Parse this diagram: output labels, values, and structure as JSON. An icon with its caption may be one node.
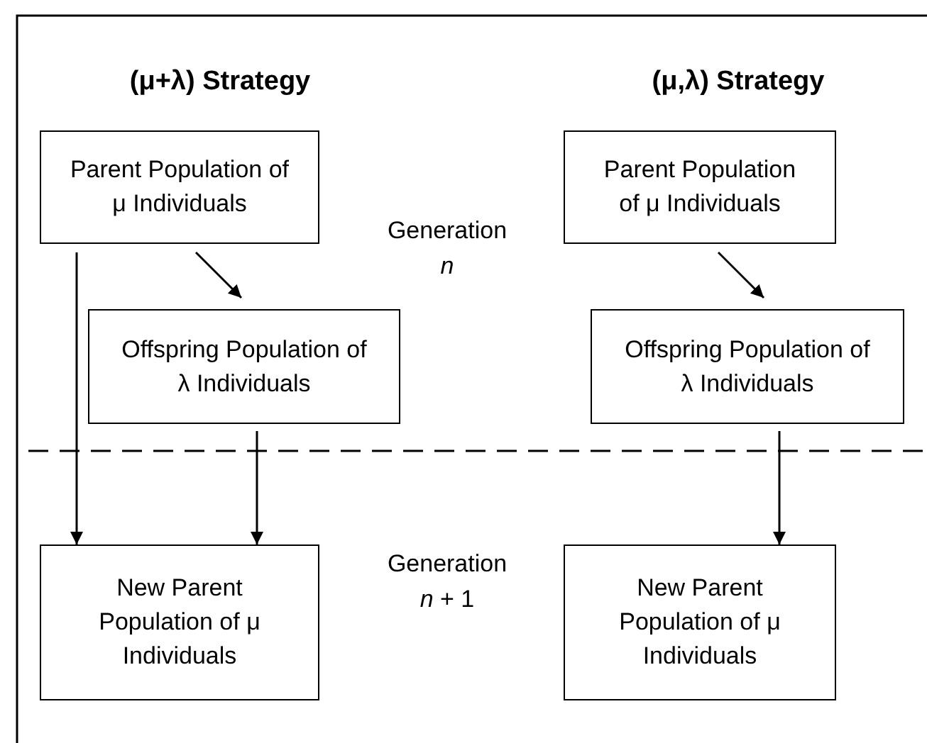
{
  "diagram": {
    "nodes": [
      {
        "text": [
          "Parent Population of μ Individuals"
        ]
      },
      {
        "text": [
          "Parent Population of μ Individuals"
        ]
      },
      {
        "text": [
          "Offspring Population of λ Individuals"
        ]
      },
      {
        "text": [
          "Offspring Population of λ Individuals"
        ]
      },
      {
        "text": [
          "New Parent Population of μ Individuals"
        ]
      },
      {
        "text": [
          "New Parent Population of μ Individuals"
        ]
      }
    ],
    "edges": [
      {
        "from": 0,
        "to": 2,
        "arrow": "to"
      },
      {
        "from": 0,
        "to": 4,
        "arrow": "to"
      },
      {
        "from": 2,
        "to": 4,
        "arrow": "to"
      },
      {
        "from": 1,
        "to": 3,
        "arrow": "to"
      },
      {
        "from": 3,
        "to": 5,
        "arrow": "to"
      }
    ],
    "labels": [
      "(μ+λ) Strategy",
      "(μ,λ) Strategy",
      "Generation *n*",
      "Generation *n* + 1"
    ]
  }
}
